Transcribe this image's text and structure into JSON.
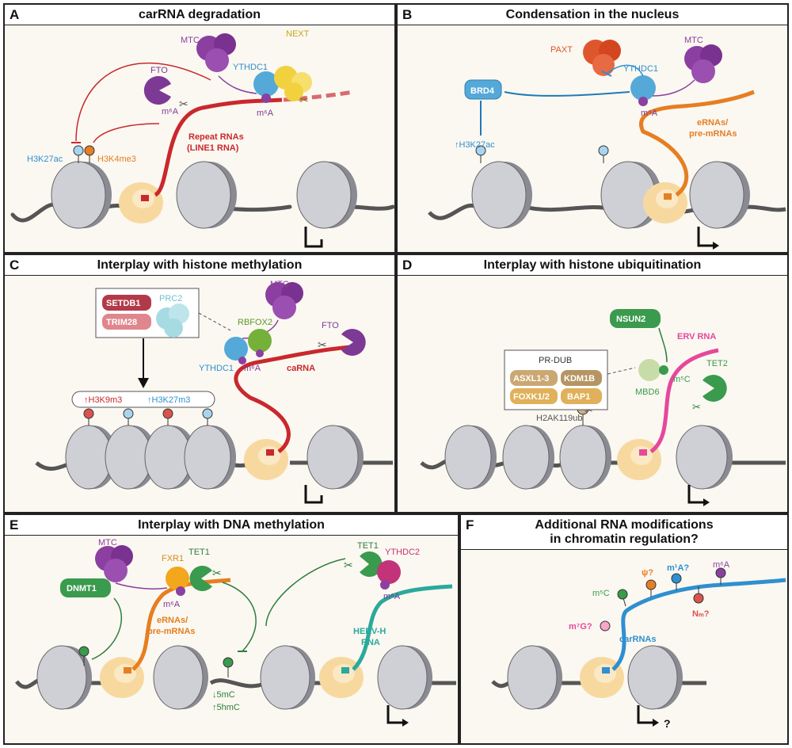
{
  "panels": {
    "a": {
      "letter": "A",
      "title": "carRNA degradation",
      "labels": {
        "mtc": "MTC",
        "next": "NEXT",
        "fto": "FTO",
        "ythdc1": "YTHDC1",
        "m6a_1": "m⁶A",
        "m6a_2": "m⁶A",
        "repeat1": "Repeat RNAs",
        "repeat2": "(LINE1 RNA)",
        "h3k27ac": "H3K27ac",
        "h3k4me3": "H3K4me3"
      }
    },
    "b": {
      "letter": "B",
      "title": "Condensation in the nucleus",
      "labels": {
        "paxt": "PAXT",
        "mtc": "MTC",
        "ythdc1": "YTHDC1",
        "brd4": "BRD4",
        "m6a": "m⁶A",
        "ernas1": "eRNAs/",
        "ernas2": "pre-mRNAs",
        "h3k27ac": "↑H3K27ac"
      }
    },
    "c": {
      "letter": "C",
      "title": "Interplay with histone methylation",
      "labels": {
        "setdb1": "SETDB1",
        "trim28": "TRIM28",
        "prc2": "PRC2",
        "mtc": "MTC",
        "rbfox2": "RBFOX2",
        "fto": "FTO",
        "ythdc1": "YTHDC1",
        "m6a": "m⁶A",
        "carna": "caRNA",
        "h3k9me3": "↑H3K9m3",
        "h3k27me3": "↑H3K27m3"
      }
    },
    "d": {
      "letter": "D",
      "title": "Interplay with histone ubiquitination",
      "labels": {
        "nsun2": "NSUN2",
        "erv": "ERV RNA",
        "prdub": "PR-DUB",
        "asxl": "ASXL1-3",
        "kdm1b": "KDM1B",
        "foxk": "FOXK1/2",
        "bap1": "BAP1",
        "h2ak": "H2AK119ub",
        "mbd6": "MBD6",
        "m5c": "m⁵C",
        "tet2": "TET2"
      }
    },
    "e": {
      "letter": "E",
      "title": "Interplay with DNA methylation",
      "labels": {
        "mtc": "MTC",
        "fxr1": "FXR1",
        "tet1a": "TET1",
        "tet1b": "TET1",
        "ythdc2": "YTHDC2",
        "dnmt1": "DNMT1",
        "m6a_1": "m⁶A",
        "m6a_2": "m⁶A",
        "ernas1": "eRNAs/",
        "ernas2": "pre-mRNAs",
        "herv1": "HERV-H",
        "herv2": "RNA",
        "mc5": "↓5mC",
        "hmc5": "↑5hmC"
      }
    },
    "f": {
      "letter": "F",
      "title1": "Additional RNA modifications",
      "title2": "in chromatin regulation?",
      "labels": {
        "psi": "ψ?",
        "m1a": "m¹A?",
        "m6a": "m⁶A",
        "m5c": "m⁵C",
        "m7g": "m⁷G?",
        "nm": "Nₘ?",
        "carnas": "carRNAs",
        "q": "?"
      }
    }
  },
  "colors": {
    "mtc": "#8b3fa0",
    "ythdc1": "#55a9d9",
    "next": "#f1d23e",
    "fto": "#7d3a95",
    "paxt": "#e0562c",
    "red_rna": "#c9282d",
    "orange_rna": "#e67e22",
    "teal_rna": "#2ba99c",
    "pink_rna": "#e6489a",
    "blue_rna": "#2f8fd0",
    "green": "#3a9a4d",
    "setdb1": "#b23a48",
    "trim28": "#e0868d",
    "prc2": "#a7dbe3",
    "rbfox2": "#74b03a",
    "bap": "#e0b05a",
    "kdm": "#b59563",
    "fxr1": "#f2a71c",
    "ythdc2": "#c2337a",
    "nucleosome": "#cfcfd6",
    "dna": "#555555"
  }
}
